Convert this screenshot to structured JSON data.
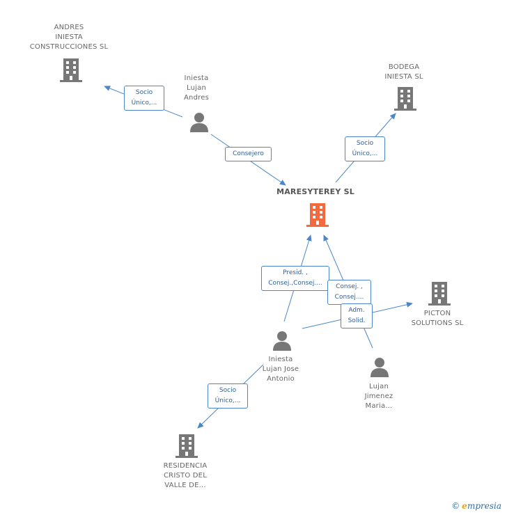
{
  "nodes": {
    "andres": {
      "type": "company",
      "lines": [
        "ANDRES",
        "INIESTA",
        "CONSTRUCCIONES SL"
      ]
    },
    "bodega": {
      "type": "company",
      "lines": [
        "BODEGA",
        "INIESTA SL"
      ]
    },
    "maresyterey": {
      "type": "company",
      "main": true,
      "lines": [
        "MARESYTEREY SL"
      ]
    },
    "iniesta_andres": {
      "type": "person",
      "lines": [
        "Iniesta",
        "Lujan",
        "Andres"
      ]
    },
    "picton": {
      "type": "company",
      "lines": [
        "PICTON",
        "SOLUTIONS SL"
      ]
    },
    "iniesta_jose": {
      "type": "person",
      "lines": [
        "Iniesta",
        "Lujan Jose",
        "Antonio"
      ]
    },
    "lujan_maria": {
      "type": "person",
      "lines": [
        "Lujan",
        "Jimenez",
        "Maria..."
      ]
    },
    "residencia": {
      "type": "company",
      "lines": [
        "RESIDENCIA",
        "CRISTO DEL",
        "VALLE DE..."
      ]
    }
  },
  "edge_labels": {
    "andres_to_andresco": [
      "Socio",
      "Único,..."
    ],
    "andres_to_maresyterey": [
      "Consejero"
    ],
    "maresyterey_to_bodega": [
      "Socio",
      "Único,..."
    ],
    "jose_to_maresyterey": [
      "Presid. ,",
      "Consej.,Consej...."
    ],
    "maria_to_maresyterey": [
      "Consej. ,",
      "Consej...."
    ],
    "jose_to_picton": [
      "Adm.",
      "Solid."
    ],
    "jose_to_residencia": [
      "Socio",
      "Único,..."
    ]
  },
  "colors": {
    "main_company": "#f26a3d",
    "company": "#777777",
    "person": "#777777",
    "edge": "#4a86c8"
  },
  "footer": {
    "copyright": "©",
    "brand_e": "e",
    "brand_rest": "mpresia"
  }
}
